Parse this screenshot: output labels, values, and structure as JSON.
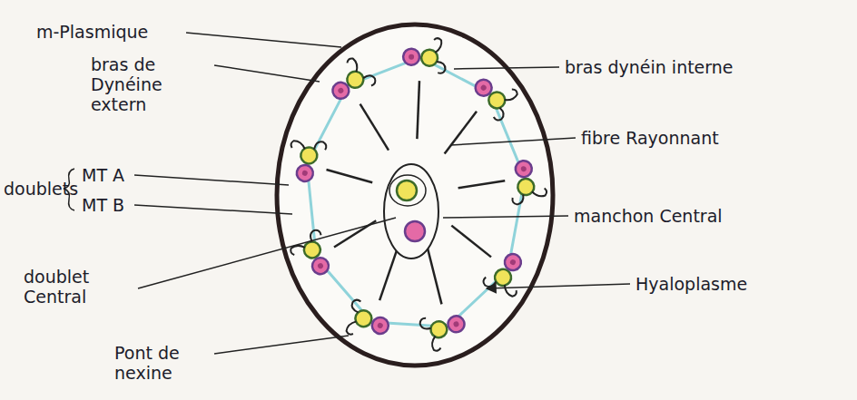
{
  "diagram": {
    "labels": [
      "m-Plasmique",
      "bras de Dynéine extern",
      "doublets",
      "MT A",
      "MT B",
      "doublet Central",
      "Pont de nexine",
      "bras dynéin interne",
      "fibre Rayonnant",
      "manchon Central",
      "Hyaloplasme"
    ]
  }
}
